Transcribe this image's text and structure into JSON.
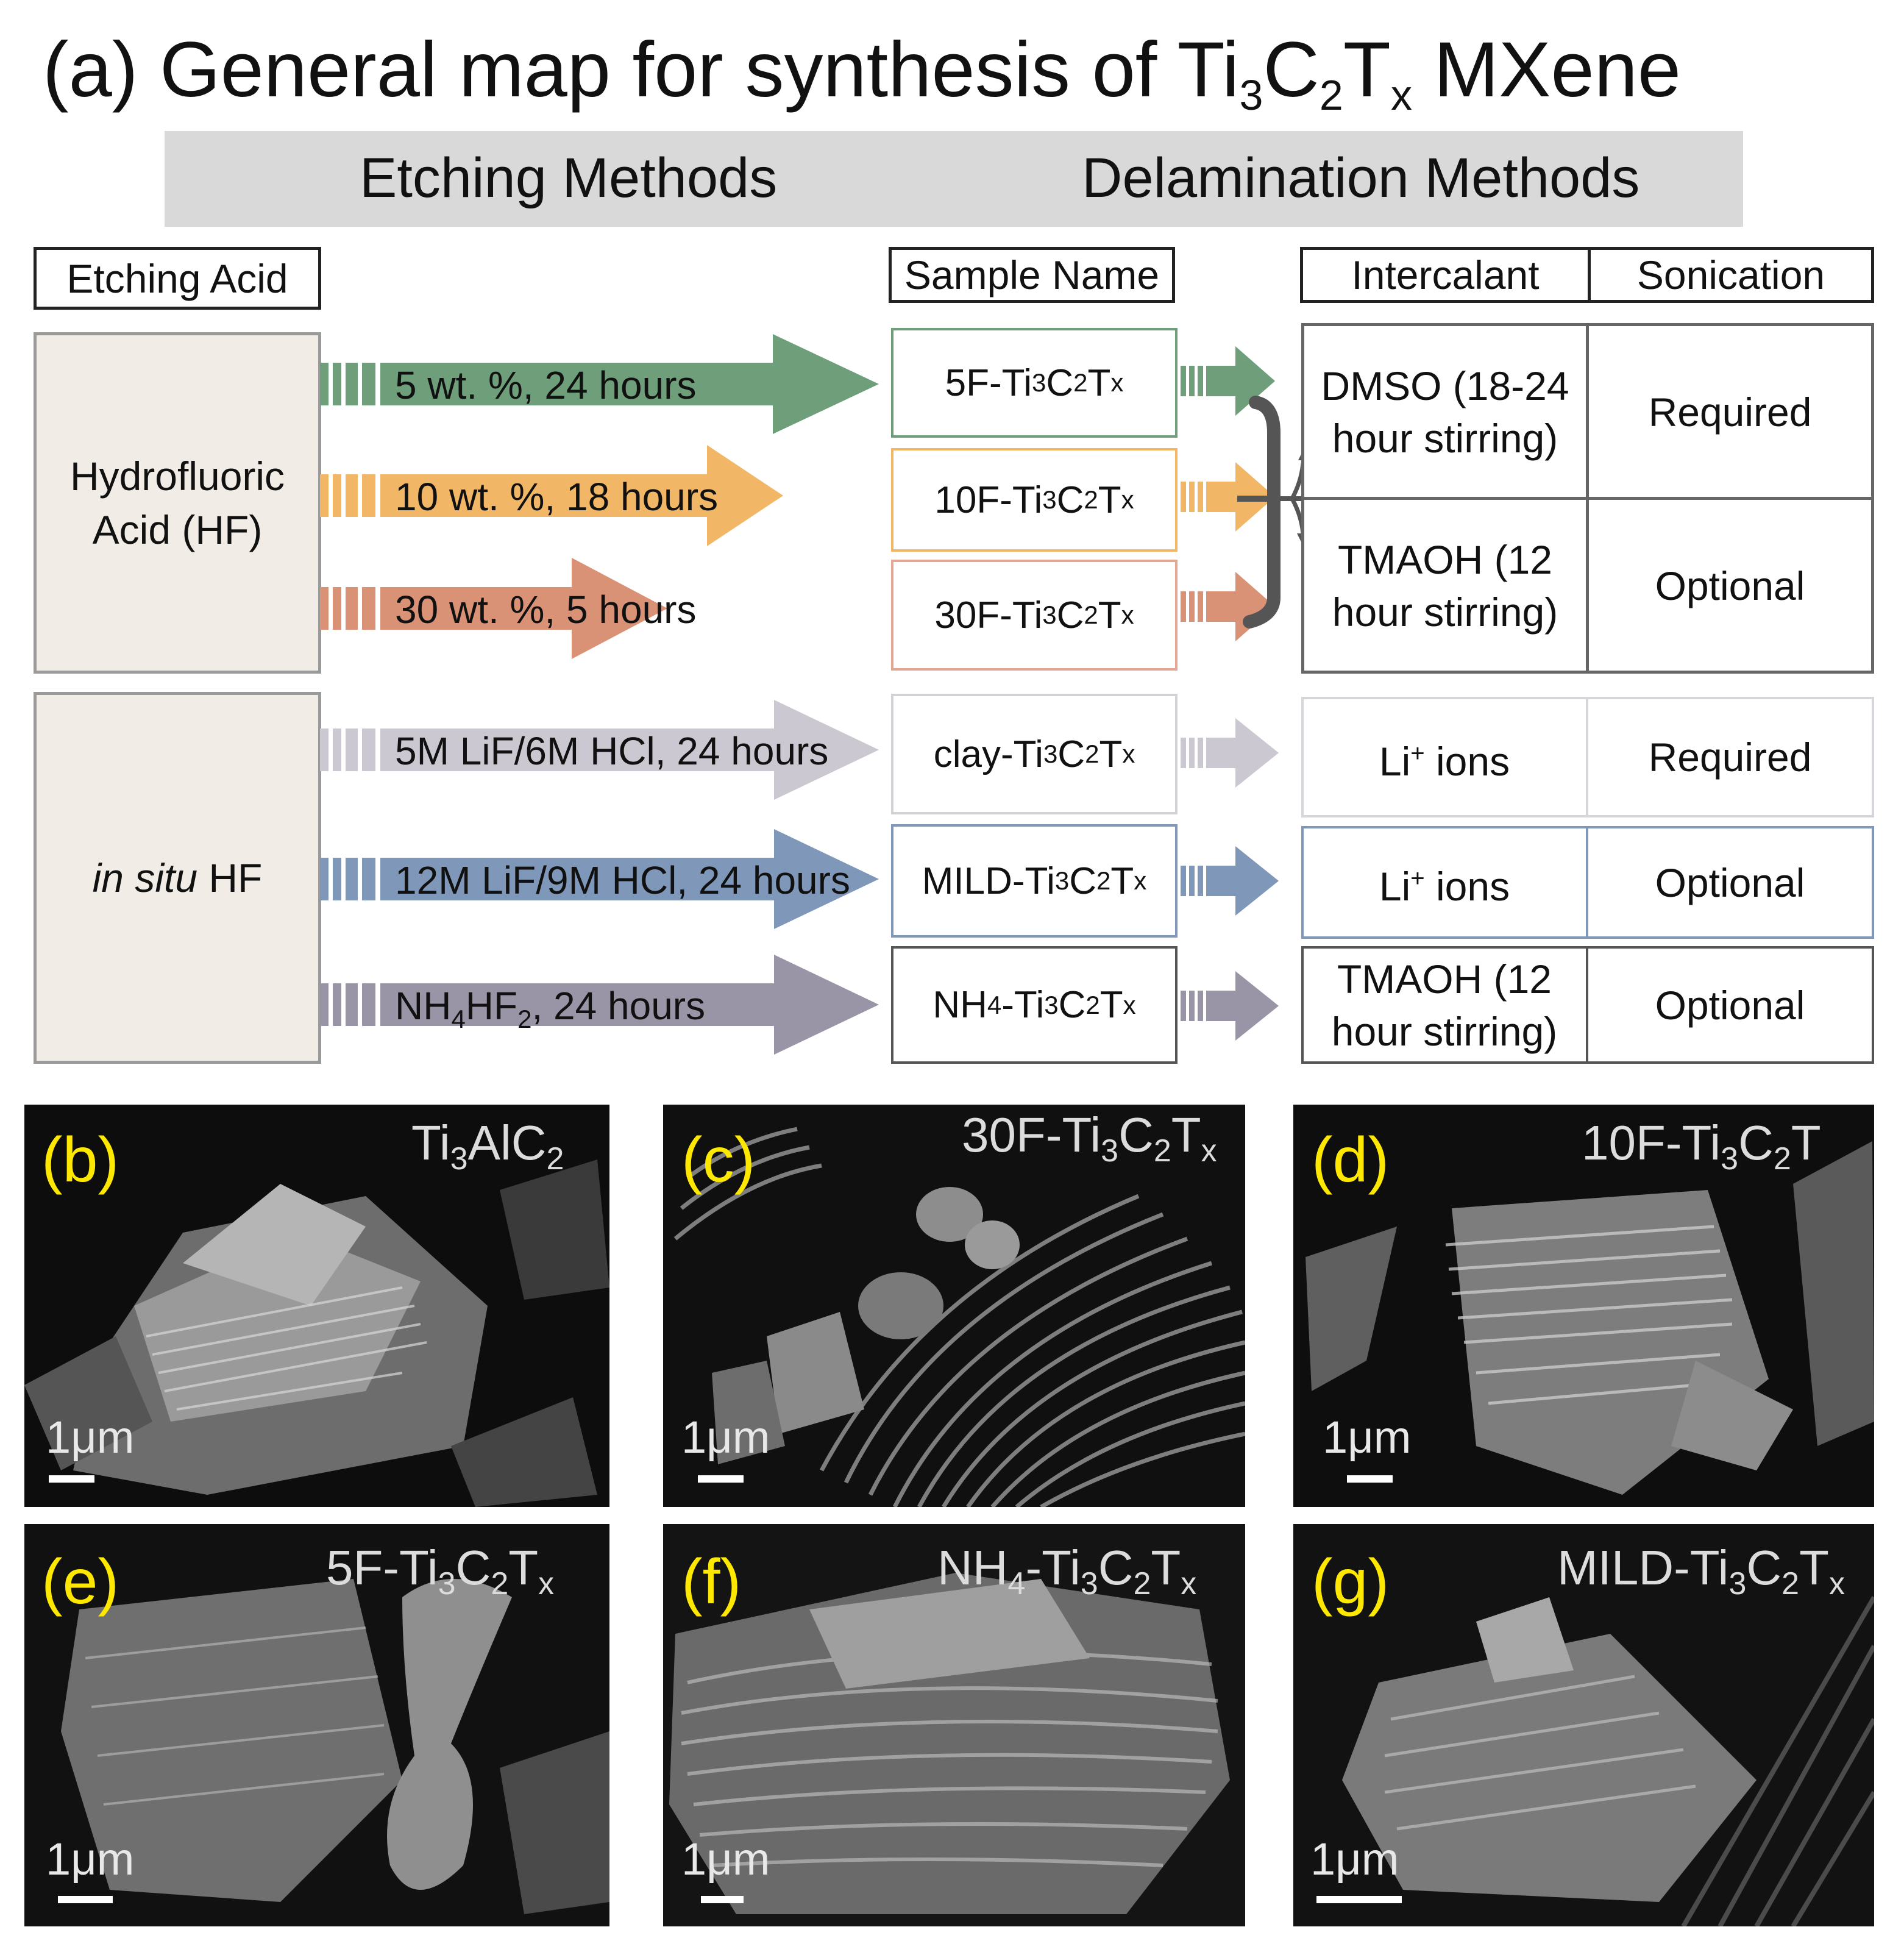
{
  "title": {
    "prefix": "(a) General map for synthesis of Ti",
    "s1": "3",
    "c": "C",
    "s2": "2",
    "t": "T",
    "s3": "x",
    "suffix": " MXene"
  },
  "banner": {
    "etching": "Etching Methods",
    "delamination": "Delamination Methods"
  },
  "headers": {
    "etching_acid": "Etching Acid",
    "sample_name": "Sample Name",
    "intercalant": "Intercalant",
    "sonication": "Sonication"
  },
  "acids": {
    "hf_line1": "Hydrofluoric",
    "hf_line2": "Acid (HF)",
    "insitu_em": "in situ",
    "insitu_rest": " HF"
  },
  "routes": [
    {
      "condition": "5 wt. %, 24 hours",
      "sample_pre": "5F-Ti",
      "color": "#6f9e7a"
    },
    {
      "condition": "10 wt. %, 18 hours",
      "sample_pre": "10F-Ti",
      "color": "#f2b766"
    },
    {
      "condition": "30 wt. %, 5 hours",
      "sample_pre": "30F-Ti",
      "color": "#d99276"
    },
    {
      "condition": "5M LiF/6M HCl, 24 hours",
      "sample_pre": "clay-Ti",
      "color": "#c9c6cf"
    },
    {
      "condition": "12M LiF/9M HCl, 24 hours",
      "sample_pre": "MILD-Ti",
      "color": "#7f97b8"
    },
    {
      "condition_pre": "NH",
      "condition_sub1": "4",
      "condition_mid": "HF",
      "condition_sub2": "2",
      "condition_post": ", 24 hours",
      "sample_pre": "NH",
      "sample_sub": "4",
      "sample_mid": "-Ti",
      "color": "#9a95a6"
    }
  ],
  "sample_suffix": {
    "s1": "3",
    "c": "C",
    "s2": "2",
    "t": "T",
    "x": "x"
  },
  "delamination": [
    {
      "intercalant": "DMSO (18-24 hour stirring)",
      "sonication": "Required"
    },
    {
      "intercalant": "TMAOH (12 hour stirring)",
      "sonication": "Optional"
    },
    {
      "intercalant_pre": "Li",
      "intercalant_sup": "+",
      "intercalant_post": " ions",
      "sonication": "Required"
    },
    {
      "intercalant_pre": "Li",
      "intercalant_sup": "+",
      "intercalant_post": " ions",
      "sonication": "Optional"
    },
    {
      "intercalant": "TMAOH (12 hour stirring)",
      "sonication": "Optional"
    }
  ],
  "panels": [
    {
      "letter": "(b)",
      "name_pre": "Ti",
      "name_sub1": "3",
      "name_mid": "AlC",
      "name_sub2": "2",
      "scale": "1μm"
    },
    {
      "letter": "(c)",
      "name_pre": "30F-Ti",
      "scale": "1μm"
    },
    {
      "letter": "(d)",
      "name_pre": "10F-Ti",
      "scale": "1μm"
    },
    {
      "letter": "(e)",
      "name_pre": "5F-Ti",
      "scale": "1μm"
    },
    {
      "letter": "(f)",
      "name_pre": "NH",
      "name_sub0": "4",
      "name_mid2": "-Ti",
      "scale": "1μm"
    },
    {
      "letter": "(g)",
      "name_pre": "MILD-Ti",
      "scale": "1μm"
    }
  ]
}
